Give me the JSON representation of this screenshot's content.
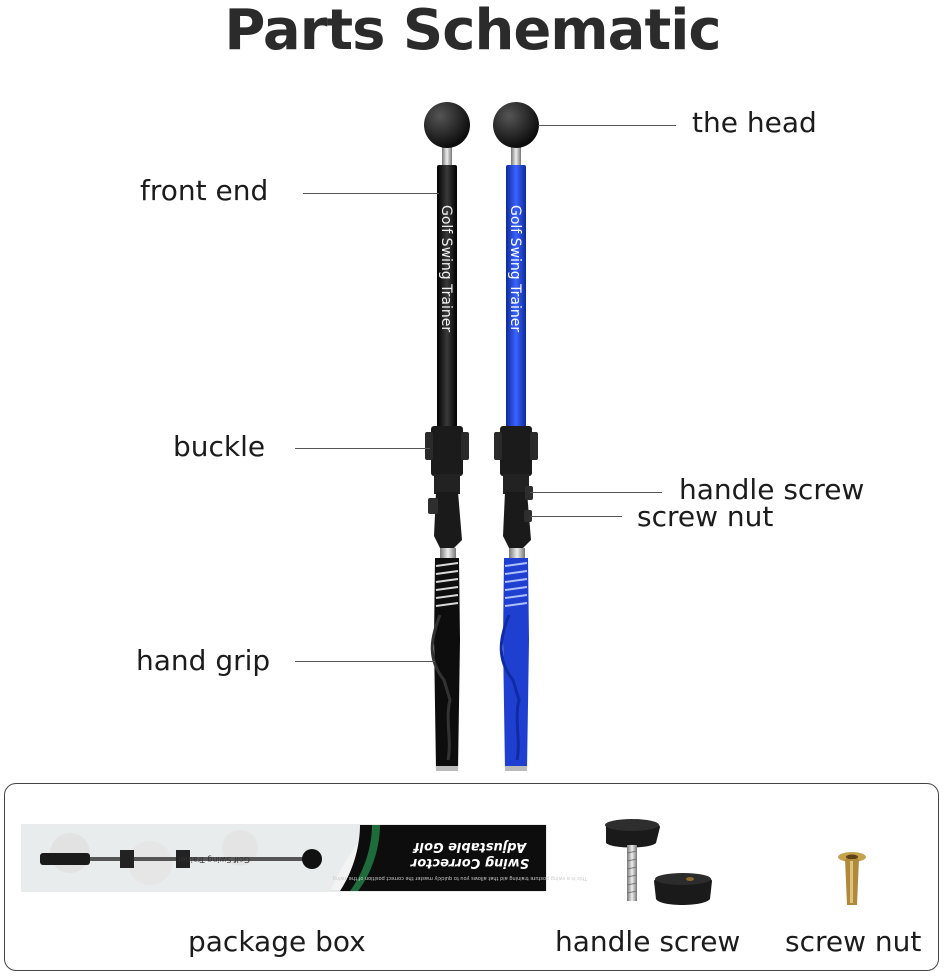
{
  "title": "Parts Schematic",
  "labels": {
    "head": "the head",
    "front_end": "front end",
    "buckle": "buckle",
    "handle_screw": "handle screw",
    "screw_nut": "screw nut",
    "hand_grip": "hand grip"
  },
  "shaft_text": "Golf Swing Trainer",
  "package": {
    "box_label": "package box",
    "handle_screw_label": "handle screw",
    "screw_nut_label": "screw nut",
    "box_print": {
      "line1": "Adjustable Golf",
      "line2": "Swing Corrector",
      "small": "This is a swing posture training aid that allows you to quickly master the correct position of the swing",
      "stick_text": "Golf Swing Trainer"
    }
  },
  "colors": {
    "black_trainer": "#111111",
    "blue_trainer": "#1f3fd0",
    "box_green": "#1e6b3c",
    "brass": "#b08a3c"
  }
}
